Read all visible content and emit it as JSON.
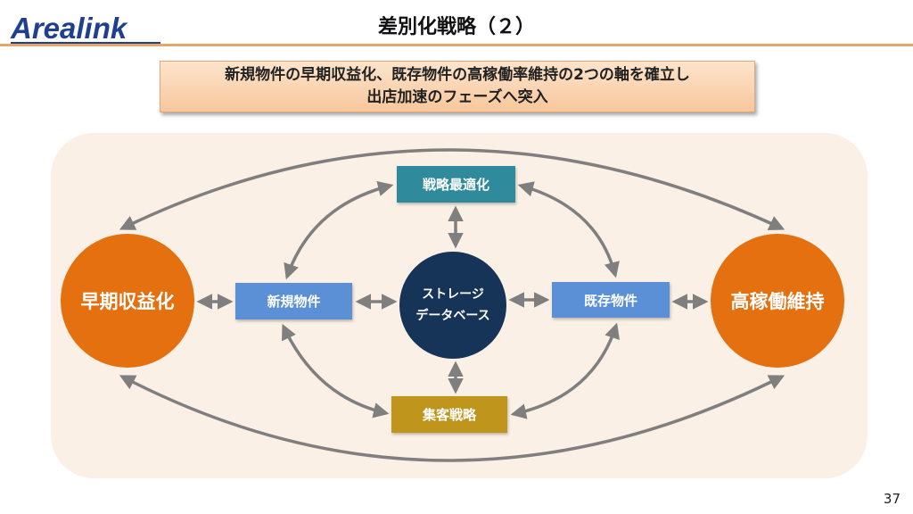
{
  "header": {
    "logo_text": "Arealink",
    "title": "差別化戦略（２）"
  },
  "summary": {
    "line1": "新規物件の早期収益化、既存物件の高稼働率維持の2つの軸を確立し",
    "line2": "出店加速のフェーズへ突入"
  },
  "diagram": {
    "left_circle": "早期収益化",
    "right_circle": "高稼働維持",
    "center_line1": "ストレージ",
    "center_line2": "データベース",
    "new_property": "新規物件",
    "existing_property": "既存物件",
    "strategy_optimization": "戦略最適化",
    "customer_strategy": "集客戦略"
  },
  "colors": {
    "orange": "#e5700f",
    "navy": "#163458",
    "blue": "#5b8fd6",
    "teal": "#2f8b9b",
    "gold": "#c0951c",
    "arrow_gray": "#7f7f7f",
    "background_panel": "#fbf0e5"
  },
  "footer": {
    "page_number": "37"
  }
}
